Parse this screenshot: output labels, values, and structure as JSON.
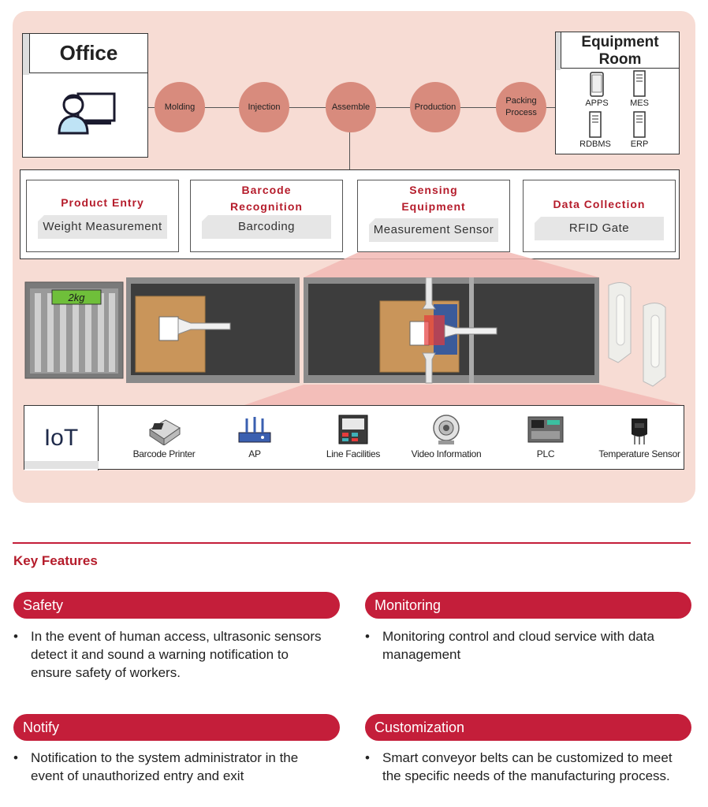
{
  "office": {
    "title": "Office"
  },
  "equipment_room": {
    "title_line1": "Equipment",
    "title_line2": "Room",
    "items": [
      {
        "label": "APPS",
        "icon": "phone-icon"
      },
      {
        "label": "MES",
        "icon": "server-icon"
      },
      {
        "label": "RDBMS",
        "icon": "server-icon"
      },
      {
        "label": "ERP",
        "icon": "server-icon"
      }
    ]
  },
  "process_steps": [
    {
      "line1": "Molding",
      "line2": ""
    },
    {
      "line1": "Injection",
      "line2": ""
    },
    {
      "line1": "Assemble",
      "line2": ""
    },
    {
      "line1": "Production",
      "line2": ""
    },
    {
      "line1": "Packing",
      "line2": "Process"
    }
  ],
  "stages": [
    {
      "title_line1": "Product Entry",
      "title_line2": "",
      "subtitle": "Weight Measurement"
    },
    {
      "title_line1": "Barcode",
      "title_line2": "Recognition",
      "subtitle": "Barcoding"
    },
    {
      "title_line1": "Sensing",
      "title_line2": "Equipment",
      "subtitle": "Measurement Sensor"
    },
    {
      "title_line1": "Data Collection",
      "title_line2": "",
      "subtitle": "RFID Gate"
    }
  ],
  "scale_display": "2kg",
  "iot": {
    "label": "IoT",
    "items": [
      {
        "label": "Barcode Printer",
        "icon": "printer-icon"
      },
      {
        "label": "AP",
        "icon": "router-icon"
      },
      {
        "label": "Line Facilities",
        "icon": "control-panel-icon"
      },
      {
        "label": "Video Information",
        "icon": "camera-icon"
      },
      {
        "label": "PLC",
        "icon": "plc-icon"
      },
      {
        "label": "Temperature Sensor",
        "icon": "temperature-sensor-icon"
      }
    ]
  },
  "key_features": {
    "title": "Key Features",
    "items": [
      {
        "title": "Safety",
        "body": "In the event of human access, ultrasonic sensors detect it and sound a warning notification to ensure safety of workers."
      },
      {
        "title": "Monitoring",
        "body": "Monitoring control and cloud service with data management"
      },
      {
        "title": "Notify",
        "body": "Notification to the system administrator in the event of unauthorized entry and exit"
      },
      {
        "title": "Customization",
        "body": "Smart conveyor belts can be customized to meet the specific needs of the manufacturing process."
      }
    ]
  },
  "colors": {
    "accent": "#c41e3a",
    "panel": "#f7dcd4",
    "circle": "#d88b7d"
  }
}
